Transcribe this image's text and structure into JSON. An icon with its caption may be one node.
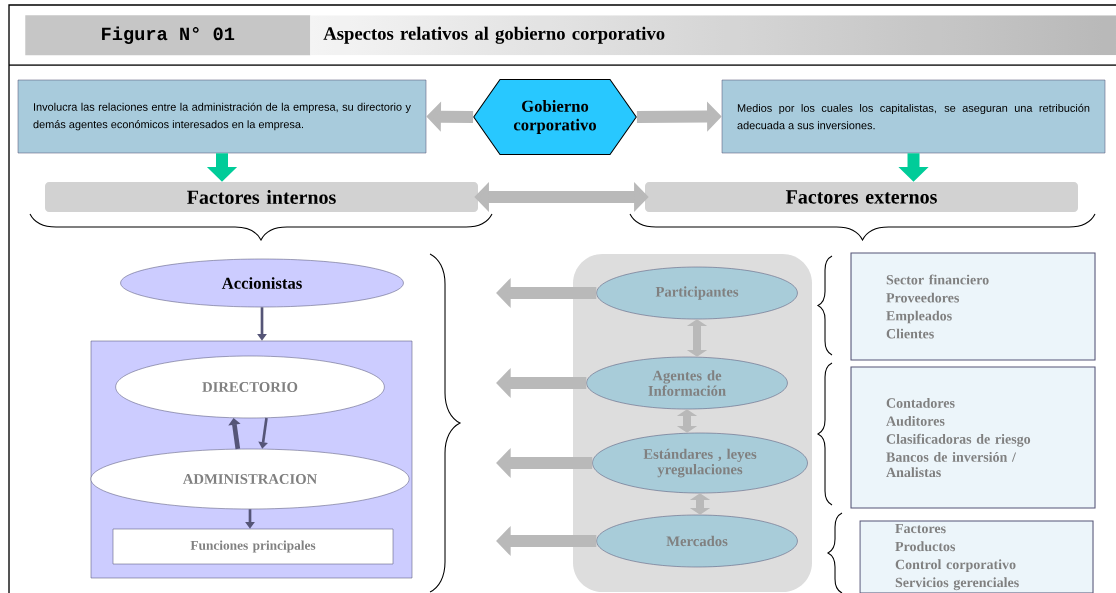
{
  "diagram": {
    "title": "Aspectos relativos al gobierno corporativo",
    "nodes": [
      {
        "text": [
          "Involucra las relaciones entre la administración de la empresa, su directorio y demás agentes económicos interesados en la empresa."
        ]
      },
      {
        "text": [
          "Gobierno corporativo"
        ]
      },
      {
        "text": [
          "Medios por los cuales los capitalistas, se aseguran una retribución adecuada a sus inversiones."
        ]
      },
      {
        "text": [
          "Factores internos"
        ]
      },
      {
        "text": [
          "Factores externos"
        ]
      },
      {
        "text": [
          "Accionistas"
        ]
      },
      {
        "text": [],
        "shape": "box"
      },
      {
        "text": [
          "DIRECTORIO"
        ],
        "in": 6
      },
      {
        "text": [
          "ADMINISTRACION"
        ],
        "in": 6
      },
      {
        "text": [
          "Funciones principales"
        ],
        "in": 6
      },
      {
        "text": [],
        "shape": "box"
      },
      {
        "text": [
          "Participantes"
        ],
        "in": 10
      },
      {
        "text": [
          "Agentes de Información"
        ],
        "in": 10
      },
      {
        "text": [
          "Estándares , leyes yregulaciones"
        ],
        "in": 10
      },
      {
        "text": [
          "Mercados"
        ],
        "in": 10
      },
      {
        "text": [
          "Sector financiero",
          "Proveedores",
          "Empleados",
          "Clientes"
        ]
      },
      {
        "text": [
          "Contadores",
          "Auditores",
          "Clasificadoras de riesgo",
          "Bancos de inversión / Analistas"
        ]
      },
      {
        "text": [
          "Factores",
          "Productos",
          "Control corporativo",
          "Servicios gerenciales"
        ]
      }
    ],
    "edges": [
      {
        "from": 1,
        "to": 0,
        "arrow": "to"
      },
      {
        "from": 1,
        "to": 2,
        "arrow": "to"
      },
      {
        "from": 0,
        "to": 3,
        "arrow": "to",
        "color": "#00cc99"
      },
      {
        "from": 2,
        "to": 4,
        "arrow": "to",
        "color": "#00cc99"
      },
      {
        "from": 3,
        "to": 4,
        "arrow": "both"
      },
      {
        "from": 5,
        "to": 6,
        "arrow": "to",
        "color": "#555577"
      },
      {
        "from": 8,
        "to": 7,
        "arrow": "to",
        "color": "#555577"
      },
      {
        "from": 7,
        "to": 8,
        "arrow": "to",
        "color": "#555577"
      },
      {
        "from": 8,
        "to": 9,
        "arrow": "to",
        "color": "#555577"
      },
      {
        "from": 11,
        "to": 12,
        "arrow": "both"
      },
      {
        "from": 12,
        "to": 13,
        "arrow": "both"
      },
      {
        "from": 13,
        "to": 14,
        "arrow": "both"
      },
      {
        "from": 11,
        "to": null,
        "arrow": "to"
      },
      {
        "from": 12,
        "to": null,
        "arrow": "to"
      },
      {
        "from": 13,
        "to": null,
        "arrow": "to"
      },
      {
        "from": 14,
        "to": null,
        "arrow": "to"
      }
    ],
    "labels": [
      "Figura N° 01"
    ]
  }
}
